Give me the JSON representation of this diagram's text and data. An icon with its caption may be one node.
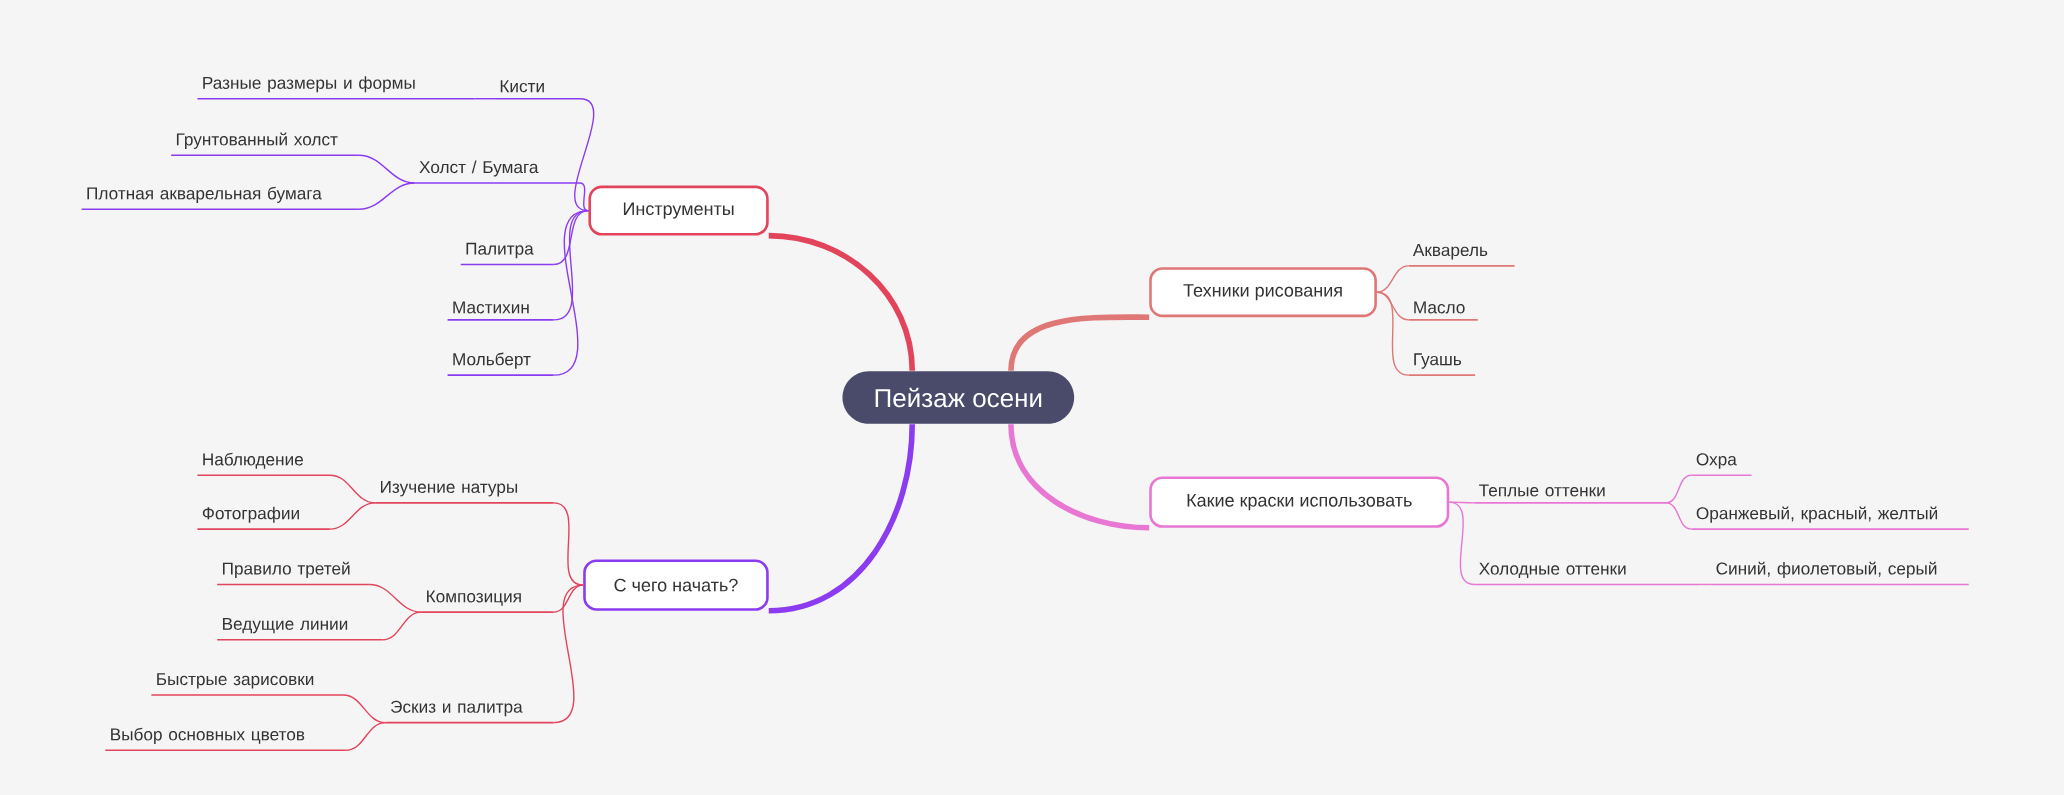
{
  "diagram": {
    "nodes": [
      {
        "text": [
          "Пейзаж осени"
        ]
      },
      {
        "text": [
          "Инструменты"
        ]
      },
      {
        "text": [
          "Кисти"
        ]
      },
      {
        "text": [
          "Разные размеры и формы"
        ]
      },
      {
        "text": [
          "Холст / Бумага"
        ]
      },
      {
        "text": [
          "Грунтованный холст"
        ]
      },
      {
        "text": [
          "Плотная акварельная бумага"
        ]
      },
      {
        "text": [
          "Палитра"
        ]
      },
      {
        "text": [
          "Мастихин"
        ]
      },
      {
        "text": [
          "Мольберт"
        ]
      },
      {
        "text": [
          "Техники рисования"
        ]
      },
      {
        "text": [
          "Акварель"
        ]
      },
      {
        "text": [
          "Масло"
        ]
      },
      {
        "text": [
          "Гуашь"
        ]
      },
      {
        "text": [
          "Какие краски использовать"
        ]
      },
      {
        "text": [
          "Теплые оттенки"
        ]
      },
      {
        "text": [
          "Охра"
        ]
      },
      {
        "text": [
          "Оранжевый, красный, желтый"
        ]
      },
      {
        "text": [
          "Холодные оттенки"
        ]
      },
      {
        "text": [
          "Синий, фиолетовый, серый"
        ]
      },
      {
        "text": [
          "С чего начать?"
        ]
      },
      {
        "text": [
          "Изучение натуры"
        ]
      },
      {
        "text": [
          "Наблюдение"
        ]
      },
      {
        "text": [
          "Фотографии"
        ]
      },
      {
        "text": [
          "Композиция"
        ]
      },
      {
        "text": [
          "Правило третей"
        ]
      },
      {
        "text": [
          "Ведущие линии"
        ]
      },
      {
        "text": [
          "Эскиз и палитра"
        ]
      },
      {
        "text": [
          "Быстрые зарисовки"
        ]
      },
      {
        "text": [
          "Выбор основных цветов"
        ]
      }
    ],
    "edges": [
      {
        "from": 0,
        "to": 1,
        "arrow": "none",
        "style": "thick",
        "color": "#e2445c"
      },
      {
        "from": 0,
        "to": 10,
        "arrow": "none",
        "style": "thick",
        "color": "#e07777"
      },
      {
        "from": 0,
        "to": 14,
        "arrow": "none",
        "style": "thick",
        "color": "#e877d4"
      },
      {
        "from": 0,
        "to": 20,
        "arrow": "none",
        "style": "thick",
        "color": "#8b3cf0"
      },
      {
        "from": 1,
        "to": 2,
        "arrow": "none",
        "color": "#8b3cf0"
      },
      {
        "from": 2,
        "to": 3,
        "arrow": "none",
        "color": "#8b3cf0"
      },
      {
        "from": 1,
        "to": 4,
        "arrow": "none",
        "color": "#8b3cf0"
      },
      {
        "from": 4,
        "to": 5,
        "arrow": "none",
        "color": "#8b3cf0"
      },
      {
        "from": 4,
        "to": 6,
        "arrow": "none",
        "color": "#8b3cf0"
      },
      {
        "from": 1,
        "to": 7,
        "arrow": "none",
        "color": "#8b3cf0"
      },
      {
        "from": 1,
        "to": 8,
        "arrow": "none",
        "color": "#8b3cf0"
      },
      {
        "from": 1,
        "to": 9,
        "arrow": "none",
        "color": "#8b3cf0"
      },
      {
        "from": 10,
        "to": 11,
        "arrow": "none",
        "color": "#e07777"
      },
      {
        "from": 10,
        "to": 12,
        "arrow": "none",
        "color": "#e07777"
      },
      {
        "from": 10,
        "to": 13,
        "arrow": "none",
        "color": "#e07777"
      },
      {
        "from": 14,
        "to": 15,
        "arrow": "none",
        "color": "#e877d4"
      },
      {
        "from": 15,
        "to": 16,
        "arrow": "none",
        "color": "#e877d4"
      },
      {
        "from": 15,
        "to": 17,
        "arrow": "none",
        "color": "#e877d4"
      },
      {
        "from": 14,
        "to": 18,
        "arrow": "none",
        "color": "#e877d4"
      },
      {
        "from": 18,
        "to": 19,
        "arrow": "none",
        "color": "#e877d4"
      },
      {
        "from": 20,
        "to": 21,
        "arrow": "none",
        "color": "#e2445c"
      },
      {
        "from": 21,
        "to": 22,
        "arrow": "none",
        "color": "#e2445c"
      },
      {
        "from": 21,
        "to": 23,
        "arrow": "none",
        "color": "#e2445c"
      },
      {
        "from": 20,
        "to": 24,
        "arrow": "none",
        "color": "#e2445c"
      },
      {
        "from": 24,
        "to": 25,
        "arrow": "none",
        "color": "#e2445c"
      },
      {
        "from": 24,
        "to": 26,
        "arrow": "none",
        "color": "#e2445c"
      },
      {
        "from": 20,
        "to": 27,
        "arrow": "none",
        "color": "#e2445c"
      },
      {
        "from": 27,
        "to": 28,
        "arrow": "none",
        "color": "#e2445c"
      },
      {
        "from": 27,
        "to": 29,
        "arrow": "none",
        "color": "#e2445c"
      }
    ]
  }
}
